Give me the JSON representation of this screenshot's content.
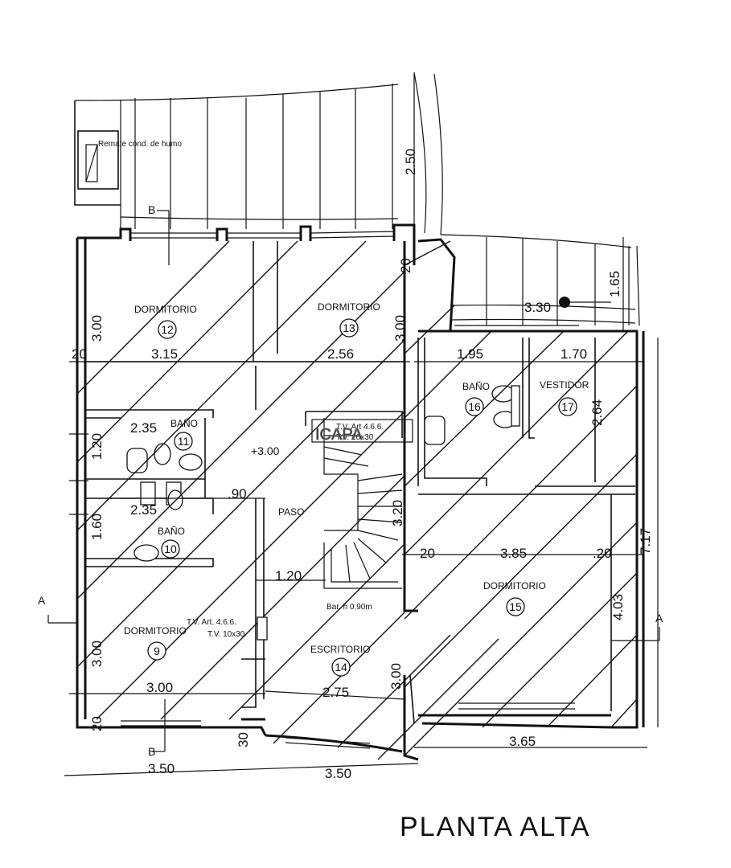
{
  "title": "PLANTA ALTA",
  "level": "+3.00",
  "chimney_note": "Remate cond. de humo",
  "stair_note": "Bar. h 0.90m",
  "tv_note_a": {
    "line1": "T.V. Art 4.6.6.",
    "line2": "T.V. 10x30"
  },
  "tv_note_b": {
    "line1": "T.V. Art. 4.6.6.",
    "line2": "T.V. 10x30"
  },
  "watermark": "ICAPA",
  "section_marks": {
    "a_left": "A",
    "a_right": "A",
    "b_top": "B",
    "b_bottom": "B"
  },
  "rooms": [
    {
      "name": "DORMITORIO",
      "number": "12"
    },
    {
      "name": "DORMITORIO",
      "number": "13"
    },
    {
      "name": "BAÑO",
      "number": "11"
    },
    {
      "name": "BAÑO",
      "number": "10"
    },
    {
      "name": "DORMITORIO",
      "number": "9"
    },
    {
      "name": "ESCRITORIO",
      "number": "14"
    },
    {
      "name": "BAÑO",
      "number": "16"
    },
    {
      "name": "VESTIDOR",
      "number": "17"
    },
    {
      "name": "DORMITORIO",
      "number": "15"
    },
    {
      "name": "PASO",
      "number": ""
    }
  ],
  "dimensions": {
    "d_250": "2.50",
    "d_20a": "20",
    "d_300a": "3.00",
    "d_20b": "20",
    "d_315": "3.15",
    "d_256": "2.56",
    "d_300b": "3.00",
    "d_195": "1.95",
    "d_170": "1.70",
    "d_330": "3.30",
    "d_165": "1.65",
    "d_264": "2.64",
    "d_717": "7.17",
    "d_235a": "2.35",
    "d_120a": "1.20",
    "d_235b": "2.35",
    "d_160": "1.60",
    "d_90": ".90",
    "d_120b": "1.20",
    "d_320": "3.20",
    "d_20c": "20",
    "d_385": "3.85",
    "d_20d": ".20",
    "d_403": "4.03",
    "d_300c": "3.00",
    "d_300d": "3.00",
    "d_275": "2.75",
    "d_20e": "20",
    "d_30": "30",
    "d_300e": "3.00",
    "d_365": "3.65",
    "d_350a": "3.50",
    "d_350b": "3.50"
  }
}
